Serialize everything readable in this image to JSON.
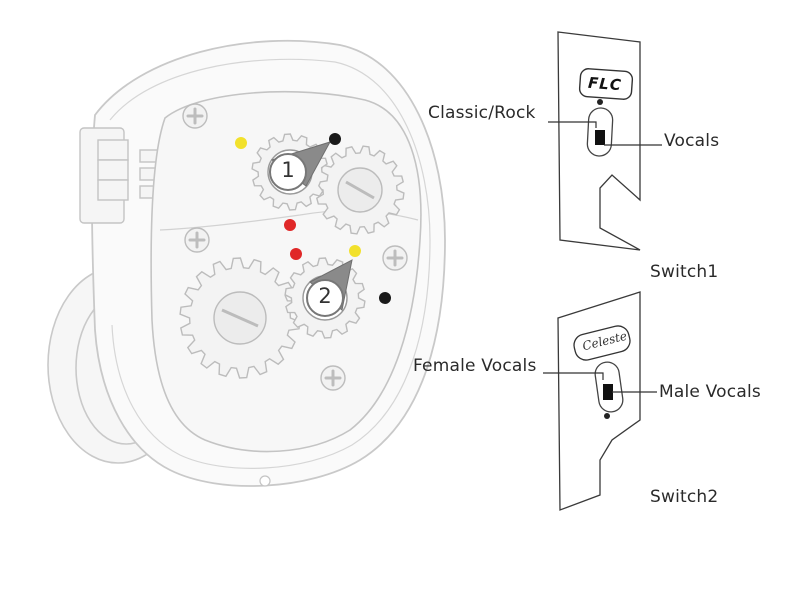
{
  "figure": {
    "gear_labels": [
      "1",
      "2"
    ],
    "switch1": {
      "caption": "Switch1",
      "brand": "FLC",
      "left_label": "Classic/Rock",
      "right_label": "Vocals"
    },
    "switch2": {
      "caption": "Switch2",
      "brand": "Celeste",
      "left_label": "Female Vocals",
      "right_label": "Male Vocals"
    },
    "colors": {
      "outline": "#c9c9c9",
      "gear_fill": "#f3f3f3",
      "pointer": "#8a8a8a",
      "dot_yellow": "#f2e12c",
      "dot_red": "#e02828",
      "dot_black": "#1a1a1a",
      "line": "#333333"
    }
  }
}
